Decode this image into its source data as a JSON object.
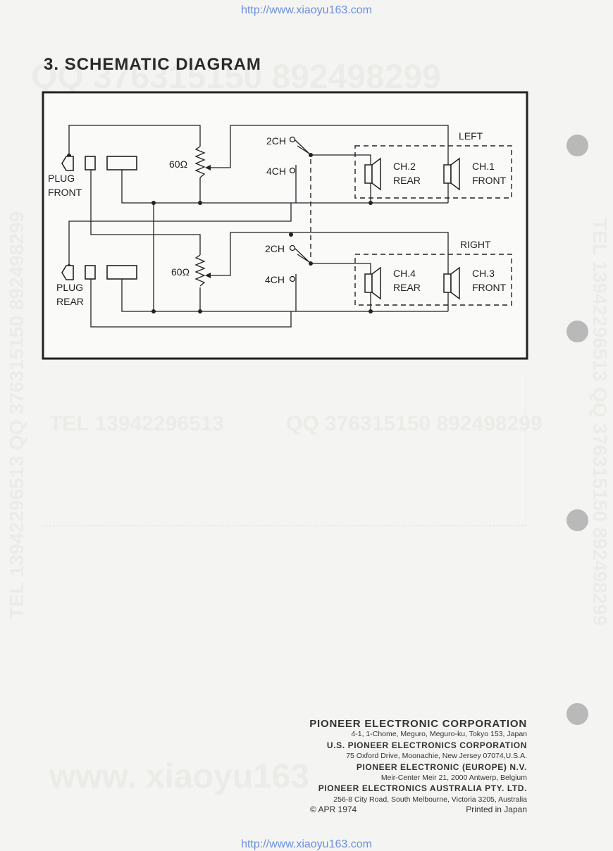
{
  "source_url": "http://www.xiaoyu163.com",
  "section_title": "3. SCHEMATIC DIAGRAM",
  "watermarks": {
    "qq": "QQ 376315150  892498299",
    "tel": "TEL 13942296513",
    "qq_short": "QQ 376315150 892498299",
    "www": "www. xiaoyu163",
    "side_right": "TEL 13942296513  QQ 376315150  892498299",
    "side_left": "TEL 13942296513  QQ 376315150  892498299"
  },
  "schematic": {
    "front_plug": [
      "PLUG",
      "FRONT"
    ],
    "rear_plug": [
      "PLUG",
      "REAR"
    ],
    "resistor_front": "60Ω",
    "resistor_rear": "60Ω",
    "switch_2ch": "2CH",
    "switch_4ch": "4CH",
    "left_group": "LEFT",
    "right_group": "RIGHT",
    "ch2": [
      "CH.2",
      "REAR"
    ],
    "ch1": [
      "CH.1",
      "FRONT"
    ],
    "ch4": [
      "CH.4",
      "REAR"
    ],
    "ch3": [
      "CH.3",
      "FRONT"
    ]
  },
  "footer": {
    "company_main": "PIONEER ELECTRONIC CORPORATION",
    "address_main": "4-1, 1-Chome, Meguro, Meguro-ku, Tokyo 153, Japan",
    "company_us": "U.S. PIONEER ELECTRONICS CORPORATION",
    "address_us": "75 Oxford Drive, Moonachie, New Jersey 07074,U.S.A.",
    "company_eu": "PIONEER ELECTRONIC (EUROPE) N.V.",
    "address_eu": "Meir-Center Meir 21, 2000 Antwerp, Belgium",
    "company_au": "PIONEER ELECTRONICS AUSTRALIA PTY. LTD.",
    "address_au": "256-8 City Road, South Melbourne, Victoria 3205, Australia",
    "date": "© APR 1974",
    "printed": "Printed in Japan"
  }
}
